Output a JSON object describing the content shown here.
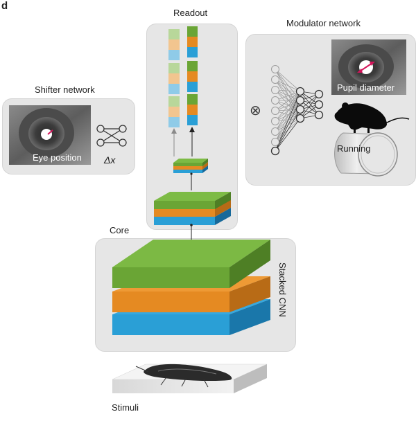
{
  "panel_letter": "d",
  "labels": {
    "readout": "Readout",
    "modulator": "Modulator network",
    "shifter": "Shifter network",
    "core": "Core",
    "stacked_cnn": "Stacked CNN",
    "stimuli": "Stimuli",
    "eye_position": "Eye position",
    "delta_x": "Δx",
    "pupil_diameter": "Pupil diameter",
    "running": "Running",
    "multiply_symbol": "⊗"
  },
  "colors": {
    "green": "#6aa535",
    "orange": "#e58a22",
    "blue": "#2a9fd6",
    "panel": "#e6e6e6",
    "highlight_arrow": "#d4145a"
  }
}
